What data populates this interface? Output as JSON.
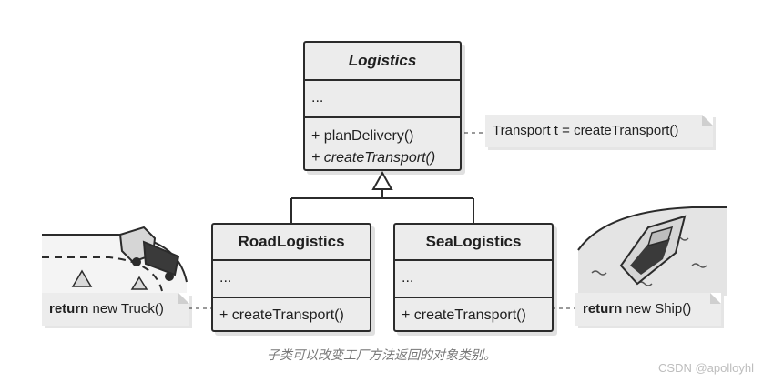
{
  "classes": {
    "logistics": {
      "name": "Logistics",
      "fields": "...",
      "ops": [
        "+ planDelivery()",
        "+ createTransport()"
      ]
    },
    "road": {
      "name": "RoadLogistics",
      "fields": "...",
      "ops": [
        "+ createTransport()"
      ]
    },
    "sea": {
      "name": "SeaLogistics",
      "fields": "...",
      "ops": [
        "+ createTransport()"
      ]
    }
  },
  "notes": {
    "transport": "Transport t = createTransport()",
    "truck": {
      "keyword": "return",
      "rest": " new Truck()"
    },
    "ship": {
      "keyword": "return",
      "rest": " new Ship()"
    }
  },
  "caption": "子类可以改变工厂方法返回的对象类别。",
  "watermark": "CSDN @apolloyhl",
  "colors": {
    "box_fill": "#ececec",
    "stroke": "#2b2b2b",
    "note_fill": "#ececec"
  }
}
